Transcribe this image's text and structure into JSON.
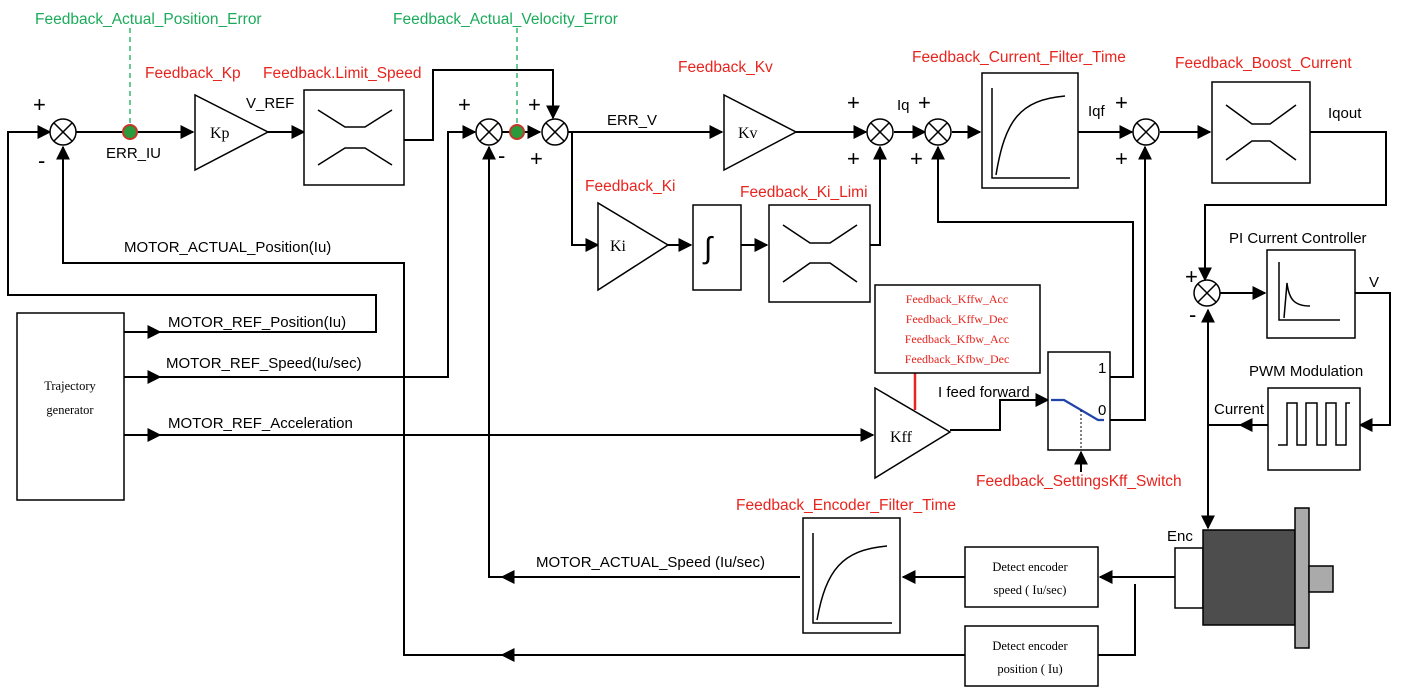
{
  "colors": {
    "param": "#e8241e",
    "probe": "#1bab5b",
    "probe_dot": "#2a9a3a",
    "switch_line": "#2244aa",
    "motor": "#4d4d4d",
    "shaft": "#aaaaaa"
  },
  "labels": {
    "probe_position_error": "Feedback_Actual_Position_Error",
    "probe_velocity_error": "Feedback_Actual_Velocity_Error",
    "kp_param": "Feedback_Kp",
    "limit_speed_param": "Feedback.Limit_Speed",
    "kv_param": "Feedback_Kv",
    "current_filter_param": "Feedback_Current_Filter_Time",
    "boost_current_param": "Feedback_Boost_Current",
    "ki_param": "Feedback_Ki",
    "ki_limit_param": "Feedback_Ki_Limi",
    "kff_switch_param": "Feedback_SettingsKff_Switch",
    "encoder_filter_param": "Feedback_Encoder_Filter_Time",
    "ff_params": [
      "Feedback_Kffw_Acc",
      "Feedback_Kffw_Dec",
      "Feedback_Kfbw_Acc",
      "Feedback_Kfbw_Dec"
    ],
    "v_ref": "V_REF",
    "err_iu": "ERR_IU",
    "err_v": "ERR_V",
    "iq": "Iq",
    "iqf": "Iqf",
    "iqout": "Iqout",
    "motor_actual_position": "MOTOR_ACTUAL_Position(Iu)",
    "motor_ref_position": "MOTOR_REF_Position(Iu)",
    "motor_ref_speed": "MOTOR_REF_Speed(Iu/sec)",
    "motor_ref_acceleration": "MOTOR_REF_Acceleration",
    "motor_actual_speed": "MOTOR_ACTUAL_Speed (Iu/sec)",
    "i_feed_forward": "I feed forward",
    "pi_current_controller": "PI Current Controller",
    "v_out": "V",
    "pwm_modulation": "PWM Modulation",
    "current": "Current",
    "enc": "Enc",
    "switch_one": "1",
    "switch_zero": "0"
  },
  "blocks": {
    "kp": "Kp",
    "kv": "Kv",
    "ki": "Ki",
    "kff": "Kff",
    "integrator": "∫",
    "trajectory_line1": "Trajectory",
    "trajectory_line2": "generator",
    "detect_speed_line1": "Detect encoder",
    "detect_speed_line2": "speed ( Iu/sec)",
    "detect_position_line1": "Detect encoder",
    "detect_position_line2": "position ( Iu)"
  },
  "signs": {
    "plus": "+",
    "minus": "-"
  }
}
